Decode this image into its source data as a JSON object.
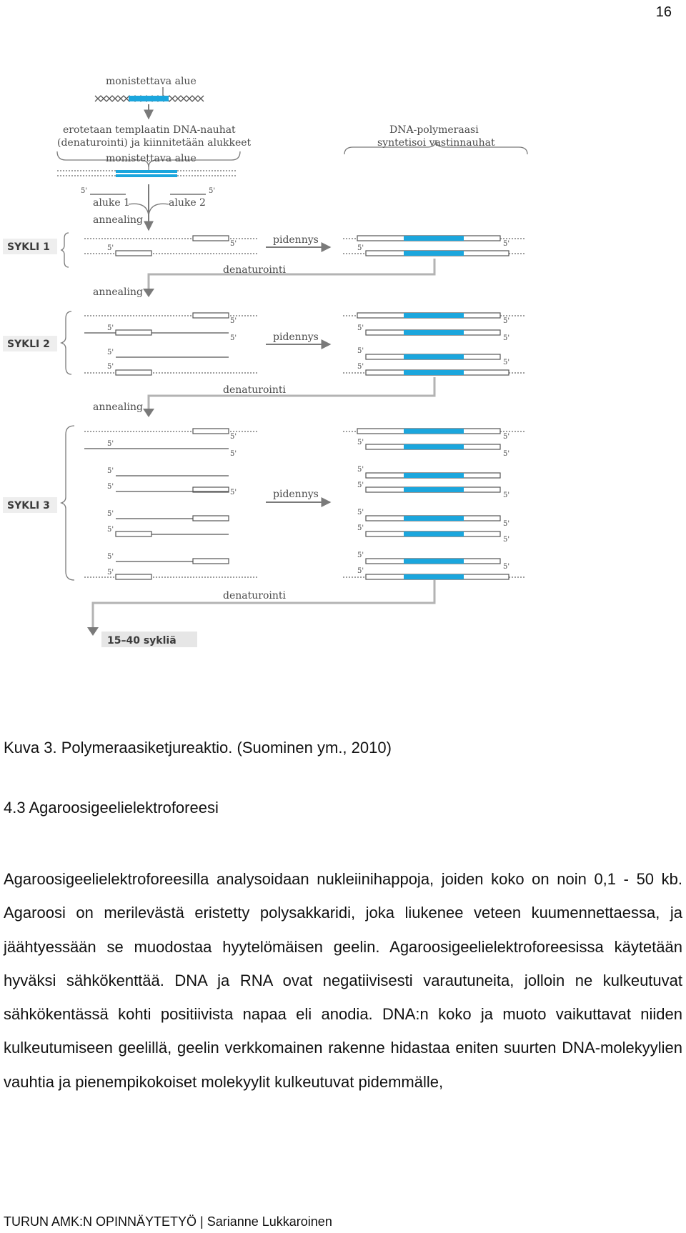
{
  "page_number": "16",
  "figure": {
    "labels": {
      "region_top": "monistettava alue",
      "step_separate_line1": "erotetaan templaatin DNA-nauhat",
      "step_separate_line2": "(denaturointi) ja kiinnitetään alukkeet",
      "polymerase_line1": "DNA-polymeraasi",
      "polymerase_line2": "syntetisoi vastinnauhat",
      "region_middle": "monistettava alue",
      "primer_1": "aluke 1",
      "primer_2": "aluke 2",
      "five_prime": "5'",
      "annealing": "annealing",
      "extension": "pidennys",
      "denaturation": "denaturointi",
      "cycle_1": "SYKLI 1",
      "cycle_2": "SYKLI 2",
      "cycle_3": "SYKLI 3",
      "cycles_total": "15–40 sykliä"
    },
    "colors": {
      "highlight": "#1ba6dd",
      "arrow": "#7a7a7a",
      "label": "#4a4a4a"
    }
  },
  "caption": "Kuva 3. Polymeraasiketjureaktio. (Suominen ym., 2010)",
  "section_heading": "4.3 Agaroosigeelielektroforeesi",
  "paragraph": "Agaroosigeelielektroforeesilla analysoidaan nukleiinihappoja, joiden koko on noin 0,1 - 50 kb. Agaroosi on merilevästä eristetty polysakkaridi, joka liukenee veteen kuumennettaessa, ja jäähtyessään se muodostaa hyytelömäisen geelin. Agaroosigeelielektroforeesissa käytetään hyväksi sähkökenttää. DNA ja RNA ovat negatiivisesti varautuneita, jolloin ne kulkeutuvat sähkökentässä kohti positiivista napaa eli anodia. DNA:n koko ja muoto vaikuttavat niiden kulkeutumiseen geelillä, geelin verkkomainen rakenne hidastaa eniten suurten DNA-molekyylien vauhtia ja pienempikokoiset molekyylit kulkeutuvat pidemmälle,",
  "footer": "TURUN AMK:N OPINNÄYTETYÖ | Sarianne Lukkaroinen"
}
